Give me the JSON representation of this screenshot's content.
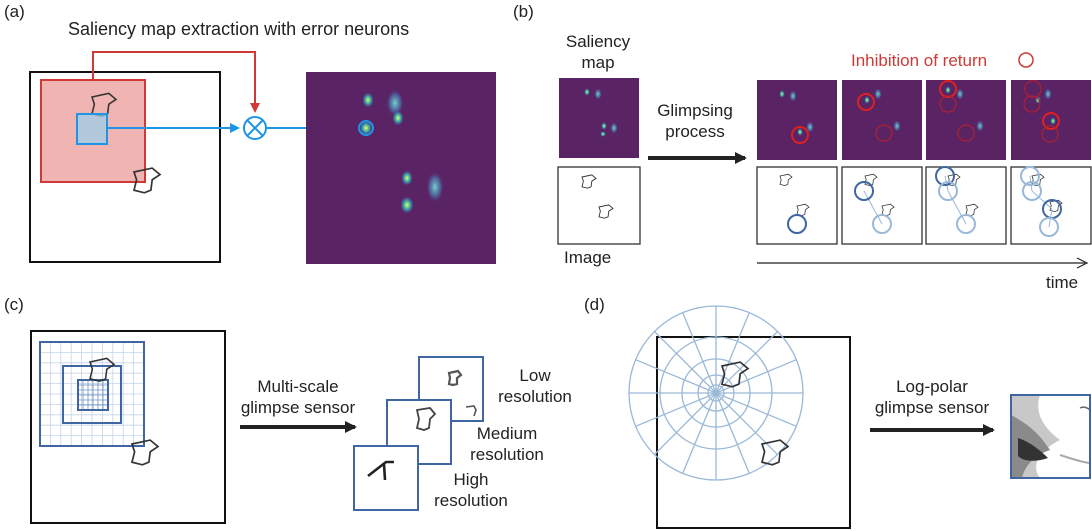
{
  "panels": {
    "a": {
      "label": "(a)",
      "title": "Saliency map extraction with error neurons"
    },
    "b": {
      "label": "(b)",
      "saliency_label_line1": "Saliency",
      "saliency_label_line2": "map",
      "image_label": "Image",
      "arrow_label_line1": "Glimpsing",
      "arrow_label_line2": "process",
      "inhibition_label": "Inhibition of return",
      "time_label": "time"
    },
    "c": {
      "label": "(c)",
      "arrow_label_line1": "Multi-scale",
      "arrow_label_line2": "glimpse sensor",
      "low_line1": "Low",
      "low_line2": "resolution",
      "medium_line1": "Medium",
      "medium_line2": "resolution",
      "high_line1": "High",
      "high_line2": "resolution"
    },
    "d": {
      "label": "(d)",
      "arrow_label_line1": "Log-polar",
      "arrow_label_line2": "glimpse sensor"
    }
  },
  "colors": {
    "saliency_bg": "#5a2364",
    "red": "#d03a36",
    "red_fill": "#f0b4b2",
    "blue": "#1e96e6",
    "steel_blue": "#3f66a3",
    "light_blue": "#9ab8d8"
  }
}
